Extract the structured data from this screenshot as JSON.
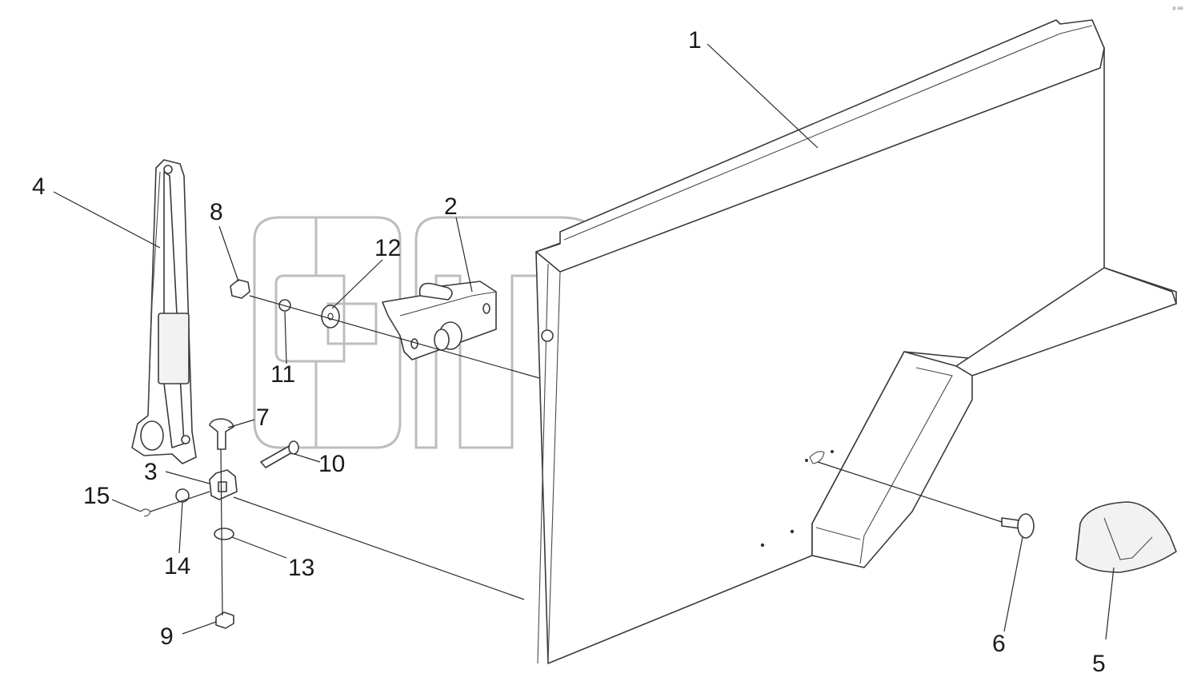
{
  "watermark": {
    "trademark": "TM",
    "color": "#bdbdbd"
  },
  "corner_mark": "ᵖ ᵒᵒ",
  "callouts": [
    "1",
    "2",
    "3",
    "4",
    "5",
    "6",
    "7",
    "8",
    "9",
    "10",
    "11",
    "12",
    "13",
    "14",
    "15"
  ],
  "colors": {
    "line": "#3a3a3a",
    "label": "#1a1a1a",
    "background": "#ffffff"
  }
}
